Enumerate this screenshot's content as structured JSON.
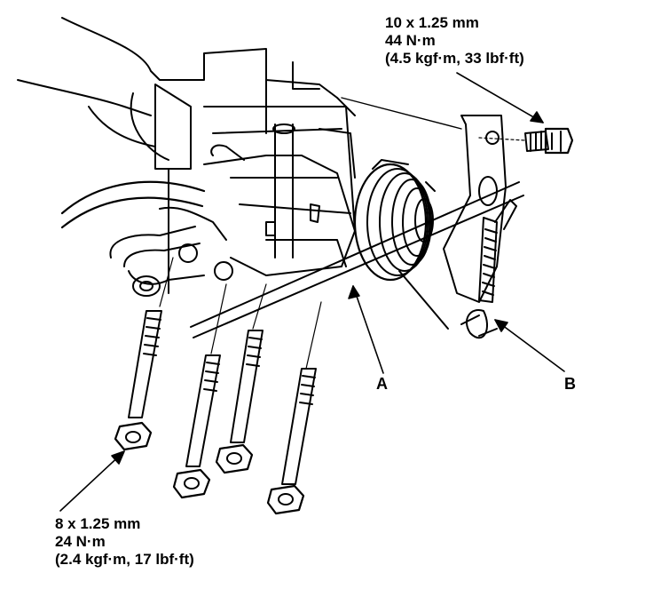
{
  "top_spec": {
    "size": "10 x 1.25 mm",
    "torque_nm": "44 N·m",
    "torque_alt": "(4.5 kgf·m, 33 lbf·ft)"
  },
  "bottom_spec": {
    "size": "8 x 1.25 mm",
    "torque_nm": "24 N·m",
    "torque_alt": "(2.4 kgf·m, 17 lbf·ft)"
  },
  "callouts": {
    "a": "A",
    "b": "B"
  },
  "colors": {
    "ink": "#000000",
    "paper": "#ffffff"
  }
}
